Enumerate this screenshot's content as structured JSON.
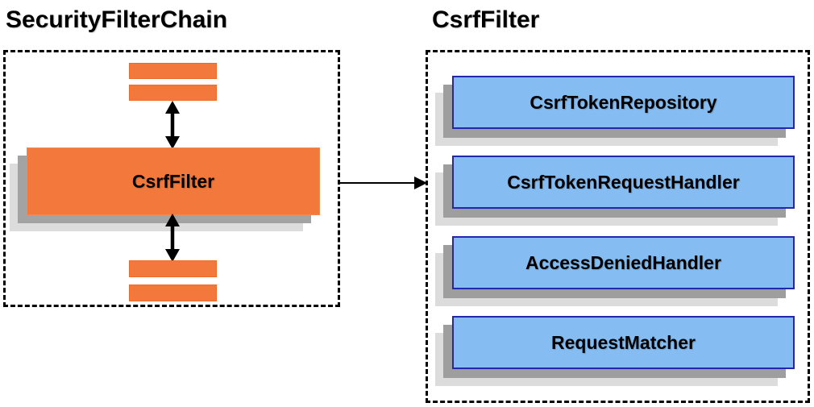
{
  "security_filter_chain_panel": {
    "title": "SecurityFilterChain",
    "filter_label": "CsrfFilter",
    "placeholder_bars_above": 2,
    "placeholder_bars_below": 2
  },
  "csrf_filter_panel": {
    "title": "CsrfFilter",
    "components": [
      "CsrfTokenRepository",
      "CsrfTokenRequestHandler",
      "AccessDeniedHandler",
      "RequestMatcher"
    ]
  },
  "icons": {
    "bidirectional_arrow": "vertical double-headed black arrow",
    "delegate_arrow": "horizontal right-pointing black arrow"
  },
  "colors": {
    "filter_orange": "#f2793b",
    "component_blue_fill": "#85bdf2",
    "component_blue_border": "#2228ae",
    "shadow_dark": "#9e9e9e",
    "shadow_light": "#dcdcdc",
    "arrow_black": "#000000",
    "panel_border": "#000000",
    "background": "#ffffff"
  }
}
